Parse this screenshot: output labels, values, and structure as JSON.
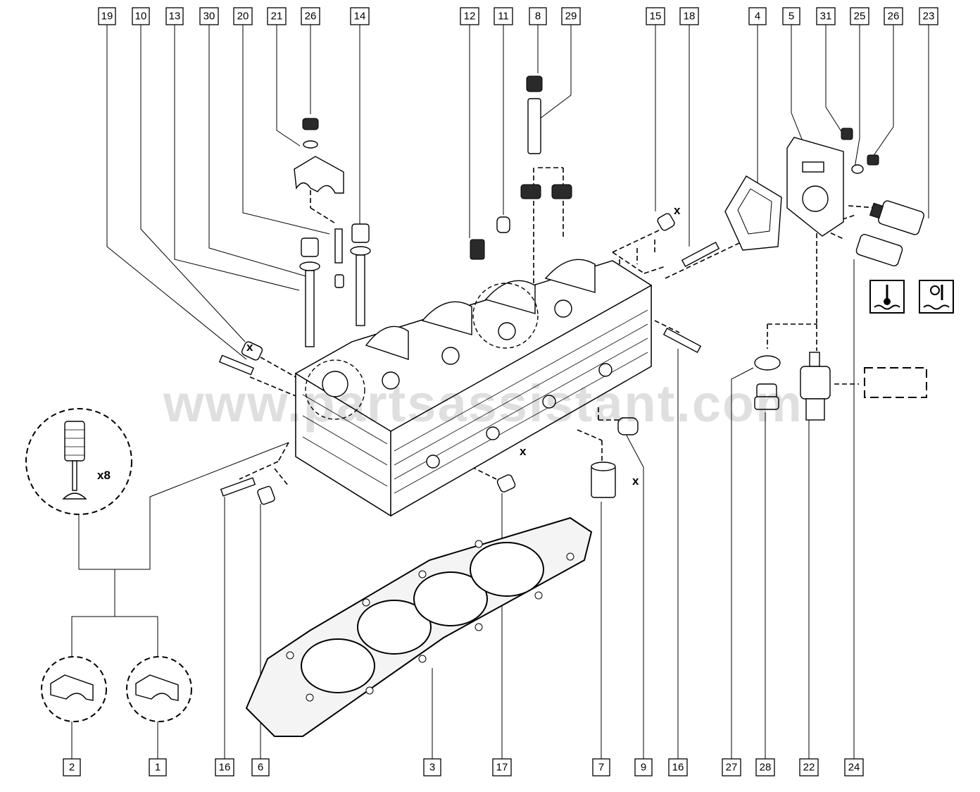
{
  "watermark": "www.partsassistant.com",
  "quantity_label": "x8",
  "adjust_mark": "x",
  "callouts_top": [
    "19",
    "10",
    "13",
    "30",
    "20",
    "21",
    "26",
    "14",
    "12",
    "11",
    "8",
    "29",
    "15",
    "18",
    "4",
    "5",
    "31",
    "25",
    "26",
    "23"
  ],
  "callouts_bottom": [
    "2",
    "1",
    "16",
    "6",
    "3",
    "17",
    "7",
    "9",
    "16",
    "27",
    "28",
    "22",
    "24"
  ],
  "colors": {
    "line": "#000000",
    "background": "#ffffff",
    "watermark": "#bdbdbd"
  }
}
